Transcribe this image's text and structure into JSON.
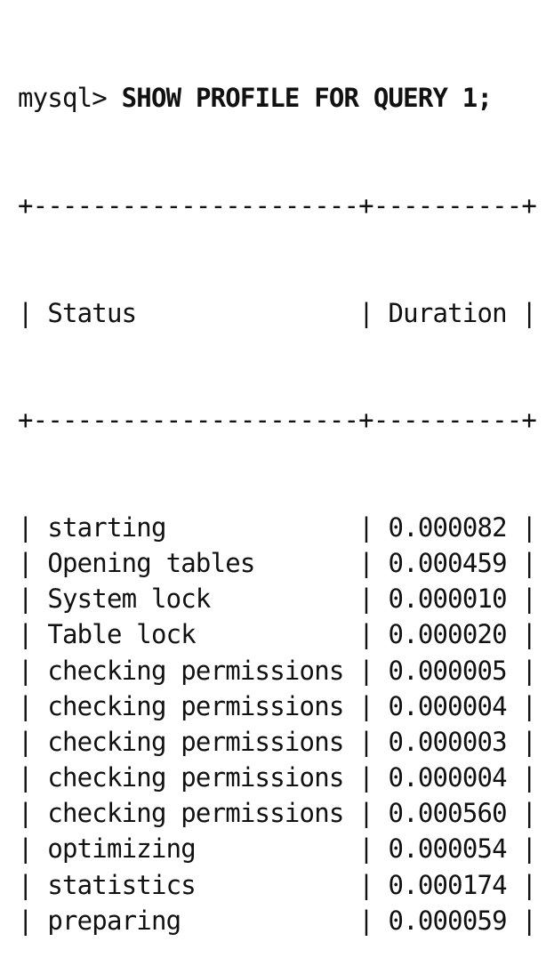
{
  "prompt": "mysql>",
  "command": "SHOW PROFILE FOR QUERY 1;",
  "border": "+----------------------+----------+",
  "headers": {
    "status": "Status",
    "duration": "Duration"
  },
  "rows": [
    {
      "status": "starting",
      "duration": "0.000082"
    },
    {
      "status": "Opening tables",
      "duration": "0.000459"
    },
    {
      "status": "System lock",
      "duration": "0.000010"
    },
    {
      "status": "Table lock",
      "duration": "0.000020"
    },
    {
      "status": "checking permissions",
      "duration": "0.000005"
    },
    {
      "status": "checking permissions",
      "duration": "0.000004"
    },
    {
      "status": "checking permissions",
      "duration": "0.000003"
    },
    {
      "status": "checking permissions",
      "duration": "0.000004"
    },
    {
      "status": "checking permissions",
      "duration": "0.000560"
    },
    {
      "status": "optimizing",
      "duration": "0.000054"
    },
    {
      "status": "statistics",
      "duration": "0.000174"
    },
    {
      "status": "preparing",
      "duration": "0.000059"
    }
  ]
}
